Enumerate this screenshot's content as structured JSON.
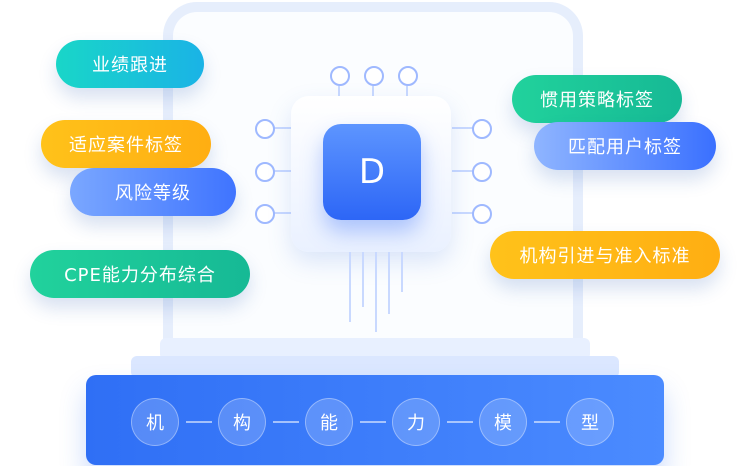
{
  "tags": {
    "business_tracking": "业绩跟进",
    "adapt_case_tags": "适应案件标签",
    "risk_level": "风险等级",
    "cpe_ability": "CPE能力分布综合",
    "habit_strategy_tags": "惯用策略标签",
    "match_user_tags": "匹配用户标签",
    "institution_intro_standards": "机构引进与准入标准"
  },
  "chip": {
    "logo_text": "D",
    "brand_color": "#2d66f6"
  },
  "base": {
    "chars": [
      "机",
      "构",
      "能",
      "力",
      "模",
      "型"
    ]
  }
}
